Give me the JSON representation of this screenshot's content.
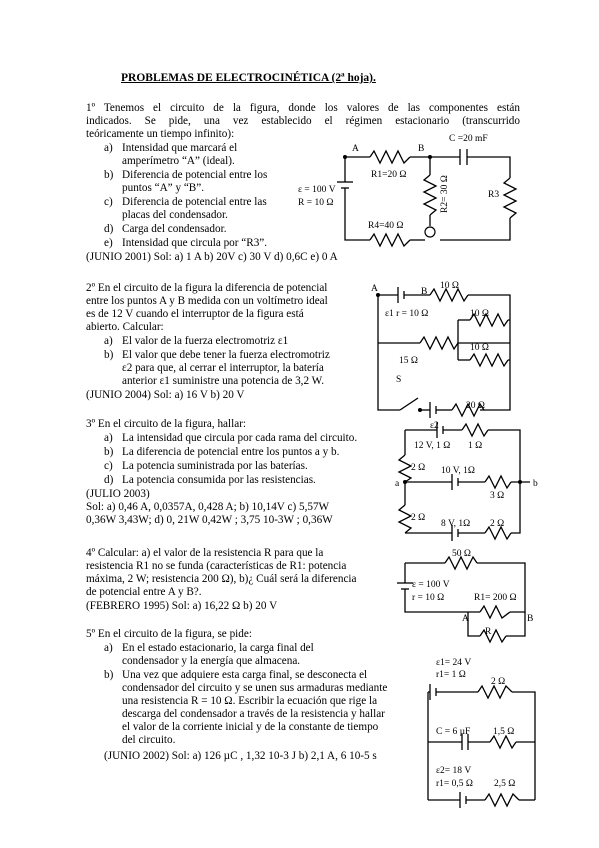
{
  "title": "PROBLEMAS DE ELECTROCINÉTICA (2ª hoja).",
  "p1": {
    "lines": [
      "1º Tenemos el circuito de la figura, donde los valores de las componentes están",
      "indicados. Se pide, una vez establecido el régimen estacionario (transcurrido",
      "teóricamente un tiempo infinito):"
    ],
    "items": [
      {
        "k": "a)",
        "lines": [
          "Intensidad que marcará el",
          "amperímetro “A” (ideal)."
        ]
      },
      {
        "k": "b)",
        "lines": [
          "Diferencia de potencial entre los",
          "puntos “A” y “B”."
        ]
      },
      {
        "k": "c)",
        "lines": [
          "Diferencia de potencial entre las",
          "placas del condensador."
        ]
      },
      {
        "k": "d)",
        "lines": [
          "Carga del condensador."
        ]
      },
      {
        "k": "e)",
        "lines": [
          "Intensidad que circula por “R3”."
        ]
      }
    ],
    "sol": "(JUNIO 2001) Sol: a) 1 A     b) 20V     c) 30 V     d)  0,6C      e)   0 A",
    "labels": {
      "A": "A",
      "B": "B",
      "C": "C =20 mF",
      "R1": "R1=20 Ω",
      "R3": "R3",
      "R2": "R2= 30 Ω",
      "R4": "R4=40 Ω",
      "emf": "ε = 100 V",
      "r": "R = 10 Ω"
    }
  },
  "p2": {
    "lines": [
      "2º En el circuito de la figura la diferencia de potencial",
      "entre los puntos A y B medida con un voltímetro ideal",
      "es de 12 V cuando el interruptor de la figura está",
      "abierto. Calcular:"
    ],
    "items": [
      {
        "k": "a)",
        "lines": [
          "El valor de la fuerza electromotriz ε1"
        ]
      },
      {
        "k": "b)",
        "lines": [
          "El valor que debe tener la fuerza electromotriz",
          "ε2 para que, al cerrar el interruptor, la batería",
          "anterior ε1 suministre una potencia de 3,2 W."
        ]
      }
    ],
    "sol": "(JUNIO 2004) Sol: a) 16 V                b) 20 V",
    "labels": {
      "A": "A",
      "B": "B",
      "e1": "ε1 r = 10 Ω",
      "r10a": "10 Ω",
      "r10b": "10 Ω",
      "r10c": "10 Ω",
      "r15": "15 Ω",
      "S": "S",
      "e2": "ε2",
      "r20": "20 Ω"
    }
  },
  "p3": {
    "lines": [
      "3º En el circuito de la figura, hallar:"
    ],
    "items": [
      {
        "k": "a)",
        "lines": [
          "La intensidad que circula por cada rama del circuito."
        ]
      },
      {
        "k": "b)",
        "lines": [
          "La diferencia de potencial entre los puntos a y b."
        ]
      },
      {
        "k": "c)",
        "lines": [
          "La potencia suministrada por las baterías."
        ]
      },
      {
        "k": "d)",
        "lines": [
          "La potencia consumida por las resistencias."
        ]
      }
    ],
    "sol": [
      "(JULIO 2003)",
      "Sol: a) 0,46 A, 0,0357A, 0,428 A;  b) 10,14V  c) 5,57W",
      "0,36W 3,43W; d) 0, 21W  0,42W  ;  3,75 10-3W ; 0,36W"
    ],
    "labels": {
      "b1": "12 V, 1 Ω",
      "r1": "1 Ω",
      "r2a": "2 Ω",
      "a": "a",
      "b2": "10 V, 1Ω",
      "r3": "3 Ω",
      "b": "b",
      "r2b": "2 Ω",
      "b3": "8 V, 1Ω",
      "r2c": "2 Ω"
    }
  },
  "p4": {
    "lines": [
      "4º Calcular: a) el valor de la resistencia R para que la",
      "resistencia R1 no se funda (características de R1: potencia",
      "máxima, 2 W; resistencia 200 Ω), b)¿ Cuál será la diferencia",
      "de potencial entre A y B?."
    ],
    "sol": "(FEBRERO 1995) Sol: a)  16,22 Ω    b)  20 V",
    "labels": {
      "r50": "50 Ω",
      "emf": "ε = 100 V",
      "r": "r = 10 Ω",
      "R1": "R1= 200 Ω",
      "A": "A",
      "B": "B",
      "R": "R"
    }
  },
  "p5": {
    "lines": [
      "5º En el circuito de la figura, se pide:"
    ],
    "items": [
      {
        "k": "a)",
        "lines": [
          "En el estado estacionario, la carga final del",
          "condensador y la energía que almacena."
        ]
      },
      {
        "k": "b)",
        "lines": [
          "Una vez que adquiere esta carga final, se desconecta el",
          "condensador del circuito y se unen sus armaduras mediante",
          "una resistencia R = 10 Ω. Escribir la ecuación que rige la",
          "descarga del condensador a través de la resistencia y hallar",
          "el valor de la corriente inicial y de la constante de tiempo",
          "del circuito."
        ]
      }
    ],
    "sol": "(JUNIO 2002) Sol: a) 126 µC , 1,32 10-3 J  b) 2,1 A,  6 10-5 s",
    "labels": {
      "e1": "ε1= 24 V",
      "r1": "r1= 1 Ω",
      "r2": "2 Ω",
      "C": "C = 6 µF",
      "r15": "1,5 Ω",
      "e2": "ε2= 18 V",
      "r1b": "r1= 0,5 Ω",
      "r25": "2,5 Ω"
    }
  }
}
